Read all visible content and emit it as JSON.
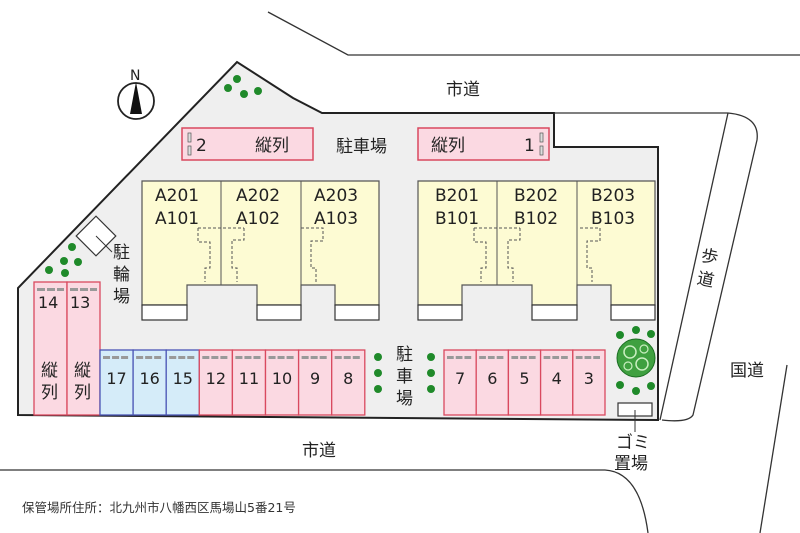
{
  "roads": {
    "top_road": "市道",
    "bottom_road": "市道",
    "sidewalk": [
      "歩",
      "道"
    ],
    "national_road": "国道"
  },
  "compass": {
    "label": "N"
  },
  "parking_label": "駐車場",
  "parking_label_vertical": [
    "駐",
    "車",
    "場"
  ],
  "bicycle_parking": [
    "駐",
    "輪",
    "場"
  ],
  "garbage": [
    "ゴミ",
    "置場"
  ],
  "top_spaces": [
    {
      "number": "2",
      "type": "縦列"
    },
    {
      "number": "1",
      "type": "縦列"
    }
  ],
  "vertical_spaces": [
    {
      "number": "14",
      "type": [
        "縦",
        "列"
      ]
    },
    {
      "number": "13",
      "type": [
        "縦",
        "列"
      ]
    }
  ],
  "row_left": [
    "17",
    "16",
    "15",
    "12",
    "11",
    "10",
    "9",
    "8"
  ],
  "row_right": [
    "7",
    "6",
    "5",
    "4",
    "3"
  ],
  "building_a": [
    {
      "upper": "A201",
      "lower": "A101"
    },
    {
      "upper": "A202",
      "lower": "A102"
    },
    {
      "upper": "A203",
      "lower": "A103"
    }
  ],
  "building_b": [
    {
      "upper": "B201",
      "lower": "B101"
    },
    {
      "upper": "B202",
      "lower": "B102"
    },
    {
      "upper": "B203",
      "lower": "B103"
    }
  ],
  "address": "保管場所住所：北九州市八幡西区馬場山5番21号",
  "colors": {
    "lot": "#efefef",
    "building": "#fdfbd3",
    "space_pink": "#fbd9e2",
    "space_pink_border": "#d9495f",
    "space_blue": "#d5ecf9",
    "space_blue_border": "#4a55b5",
    "green": "#1f8a2a"
  }
}
